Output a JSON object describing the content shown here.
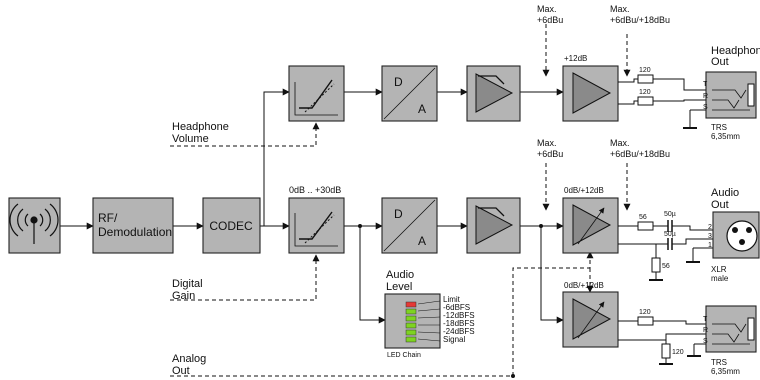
{
  "blocks": {
    "rf": "RF/\nDemodulation",
    "codec": "CODEC",
    "dac_d": "D",
    "dac_a": "A"
  },
  "labels": {
    "headphone_volume": "Headphone\nVolume",
    "digital_gain": "Digital\nGain",
    "analog_out": "Analog\nOut",
    "gain_range": "0dB .. +30dB",
    "max_6dbu": "Max.\n+6dBu",
    "max_6_18dbu": "Max.\n+6dBu/+18dBu",
    "plus12db": "+12dB",
    "zero_plus12db": "0dB/+12dB"
  },
  "audio_level": {
    "title": "Audio\nLevel",
    "chain": "LED Chain",
    "limit": "Limit",
    "levels": [
      "-6dBFS",
      "-12dBFS",
      "-18dBFS",
      "-24dBFS"
    ],
    "signal": "Signal",
    "limit_color": "#e53935",
    "led_color": "#7ed321"
  },
  "outputs": {
    "headphone_title": "Headphone\nOut",
    "audio_title": "Audio\nOut",
    "trs": "TRS\n6,35mm",
    "xlr": "XLR\nmale"
  },
  "components": {
    "r120": "120",
    "r56": "56",
    "c50u": "50µ"
  },
  "pins": {
    "t": "T",
    "r": "R",
    "s": "S",
    "xlr1": "1",
    "xlr2": "2",
    "xlr3": "3"
  }
}
